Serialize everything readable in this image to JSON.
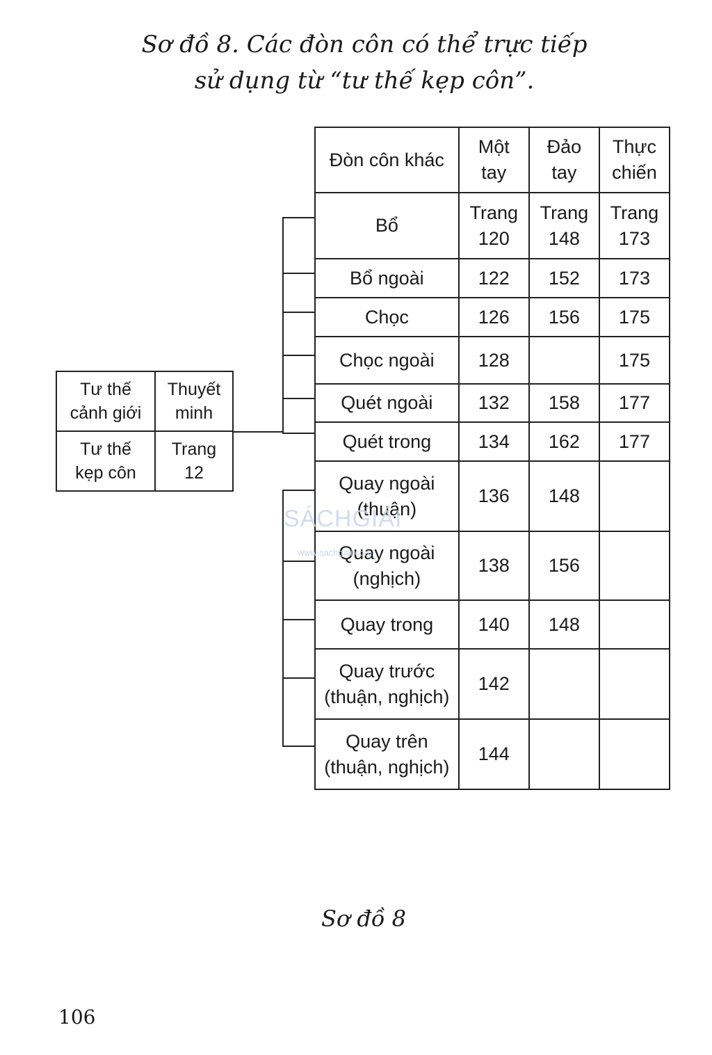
{
  "title": {
    "line1": "Sơ đồ 8. Các đòn côn có thể trực tiếp",
    "line2": "sử dụng từ “tư thế kẹp côn”."
  },
  "left_table": {
    "rows": [
      [
        "Tư thế\ncảnh giới",
        "Thuyết\nminh"
      ],
      [
        "Tư thế\nkẹp côn",
        "Trang\n12"
      ]
    ]
  },
  "main_table": {
    "headers": [
      "Đòn côn khác",
      "Một\ntay",
      "Đảo\ntay",
      "Thực\nchiến"
    ],
    "rows": [
      [
        "Bổ",
        "Trang\n120",
        "Trang\n148",
        "Trang\n173"
      ],
      [
        "Bổ ngoài",
        "122",
        "152",
        "173"
      ],
      [
        "Chọc",
        "126",
        "156",
        "175"
      ],
      [
        "Chọc ngoài",
        "128",
        "",
        "175"
      ],
      [
        "Quét ngoài",
        "132",
        "158",
        "177"
      ],
      [
        "Quét trong",
        "134",
        "162",
        "177"
      ],
      [
        "Quay ngoài\n(thuận)",
        "136",
        "148",
        ""
      ],
      [
        "Quay ngoài\n(nghịch)",
        "138",
        "156",
        ""
      ],
      [
        "Quay trong",
        "140",
        "148",
        ""
      ],
      [
        "Quay trước\n(thuận, nghịch)",
        "142",
        "",
        ""
      ],
      [
        "Quay trên\n(thuận, nghịch)",
        "144",
        "",
        ""
      ]
    ]
  },
  "watermark": {
    "text": "SÁCHGIẢI",
    "url": "www.sachgiai.com"
  },
  "caption": "Sơ đồ 8",
  "page_number": "106"
}
